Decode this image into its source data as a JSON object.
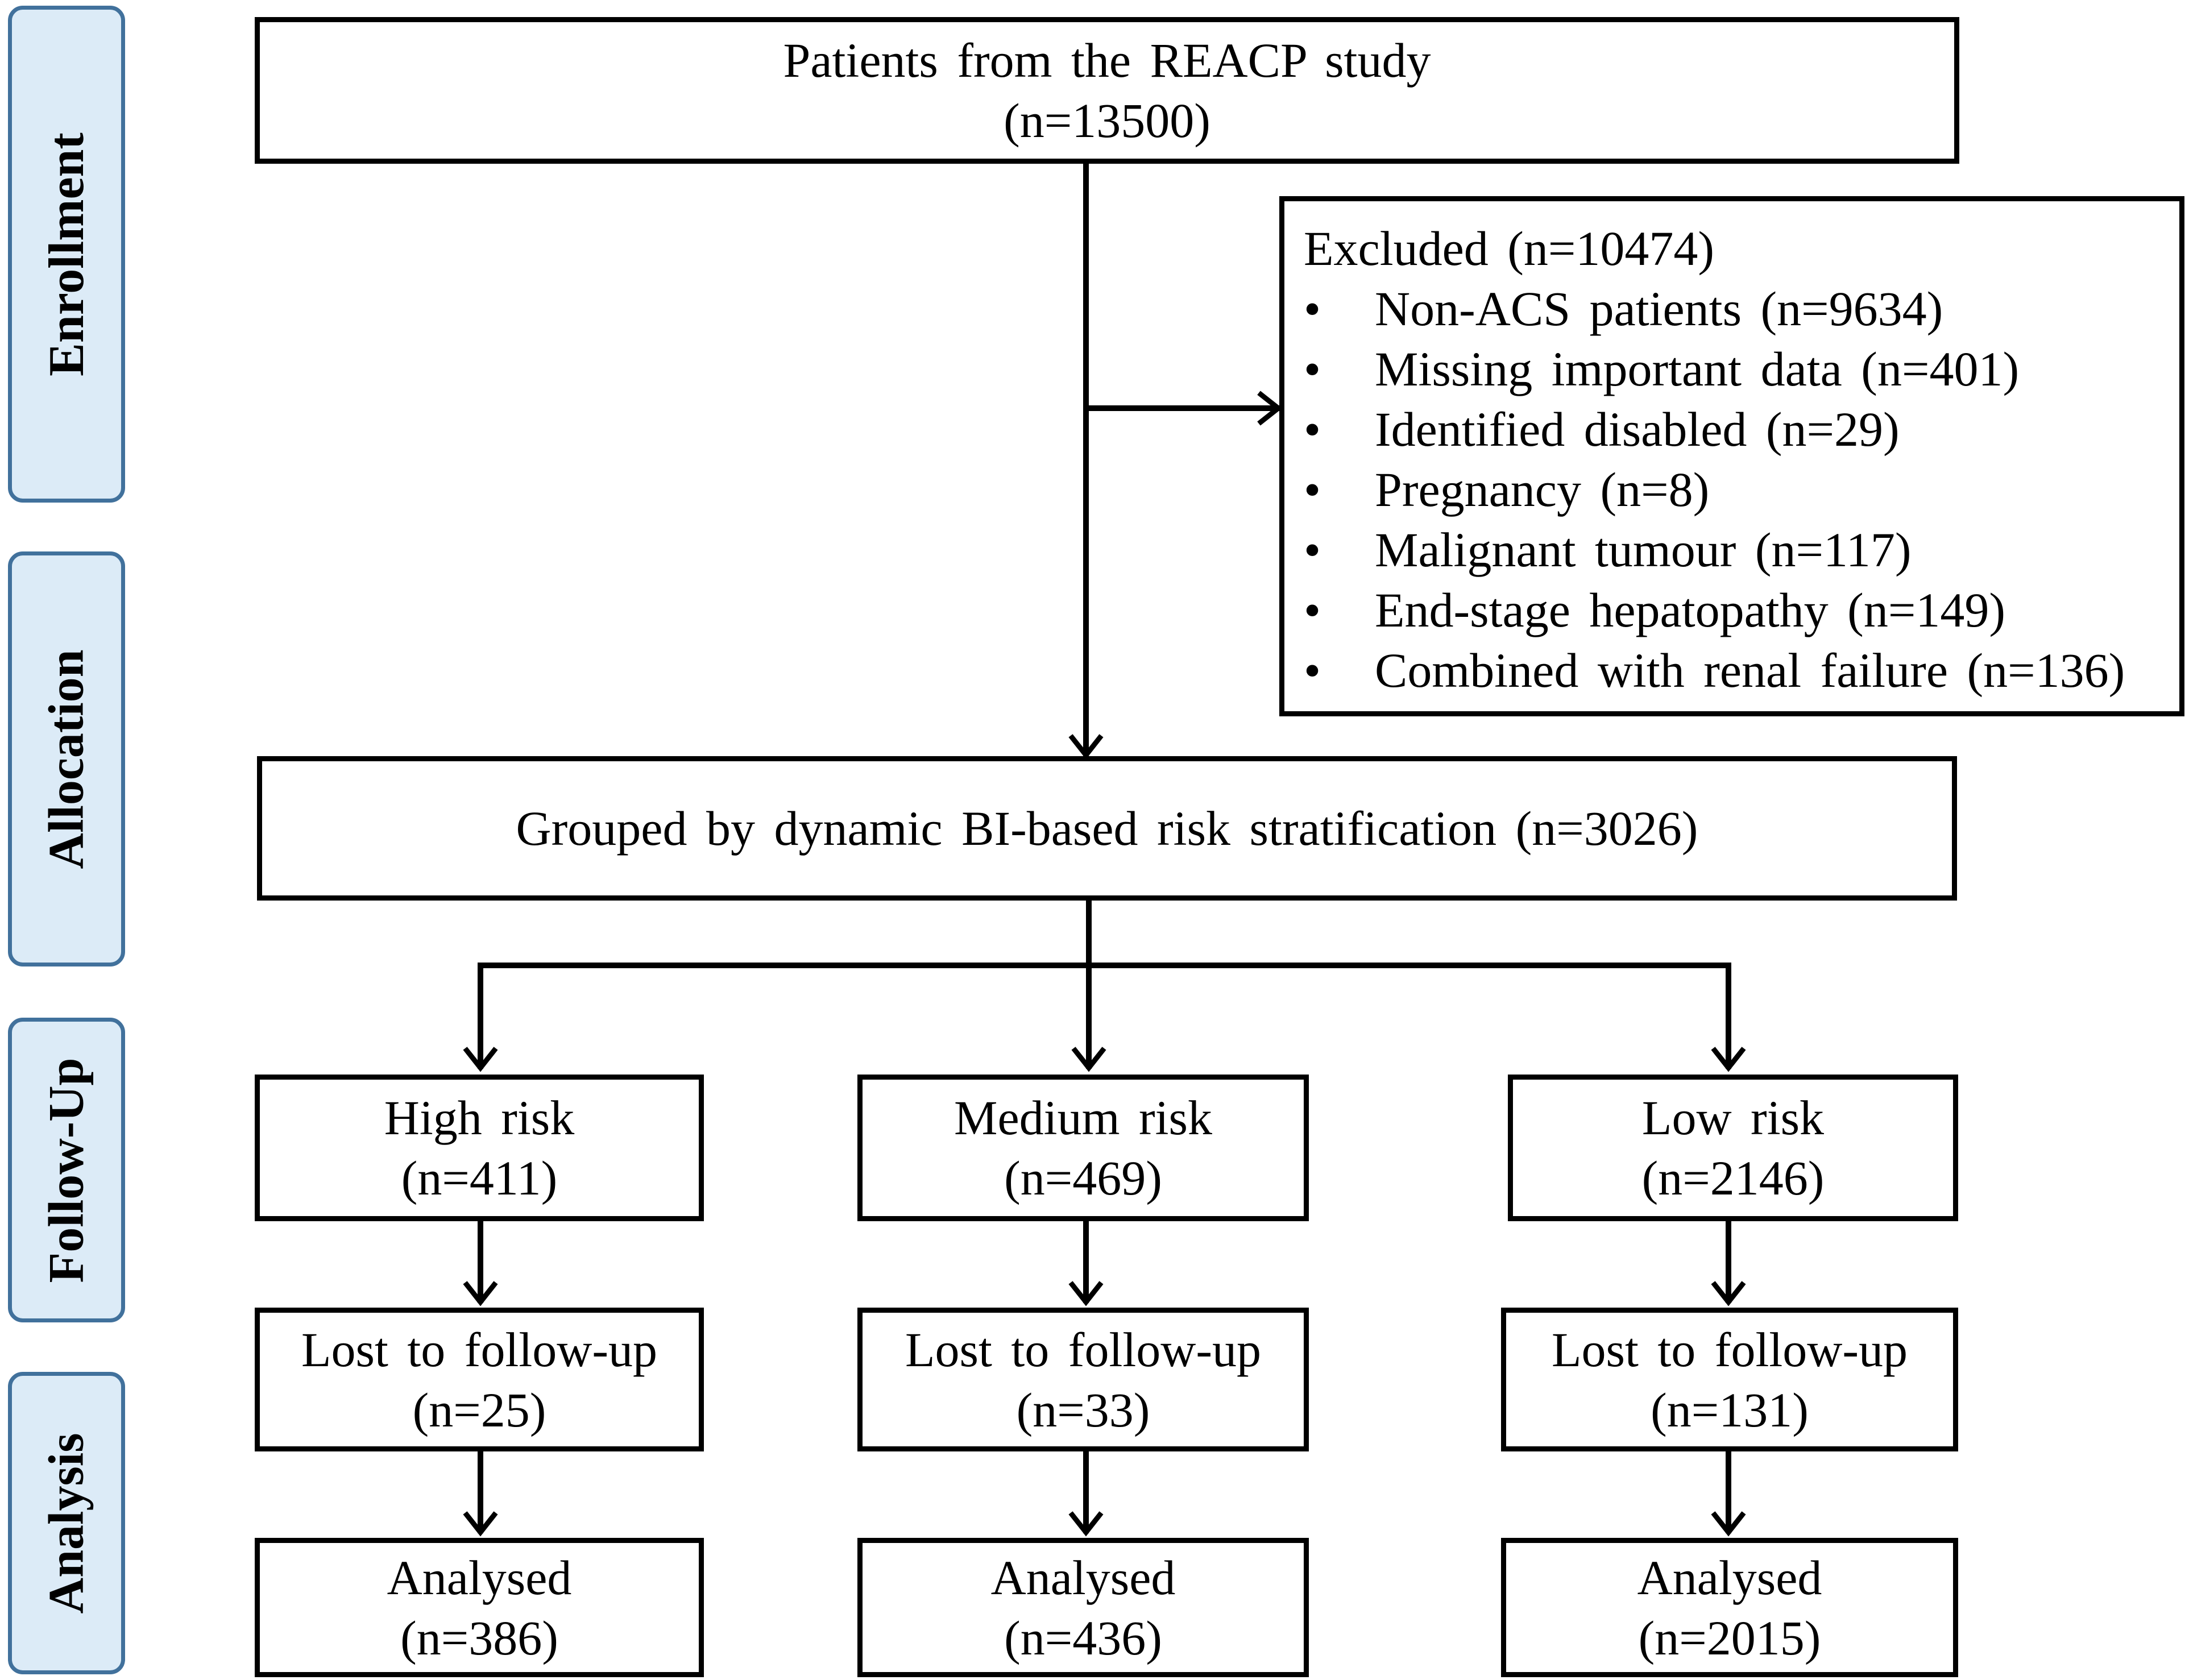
{
  "stages": {
    "enrollment": "Enrollment",
    "allocation": "Allocation",
    "follow_up": "Follow-Up",
    "analysis": "Analysis"
  },
  "source": {
    "title": "Patients from the REACP study",
    "count": "(n=13500)"
  },
  "excluded": {
    "title": "Excluded (n=10474)",
    "bullet": "•",
    "items": [
      "Non-ACS patients (n=9634)",
      "Missing important data (n=401)",
      "Identified disabled (n=29)",
      "Pregnancy (n=8)",
      "Malignant tumour (n=117)",
      "End-stage hepatopathy (n=149)",
      "Combined with renal failure (n=136)"
    ]
  },
  "grouped": {
    "title": "Grouped by dynamic BI-based risk stratification (n=3026)"
  },
  "groups": [
    {
      "risk": "High risk",
      "risk_n": "(n=411)",
      "lost": "Lost to follow-up",
      "lost_n": "(n=25)",
      "analysed": "Analysed",
      "analysed_n": "(n=386)"
    },
    {
      "risk": "Medium risk",
      "risk_n": "(n=469)",
      "lost": "Lost to follow-up",
      "lost_n": "(n=33)",
      "analysed": "Analysed",
      "analysed_n": "(n=436)"
    },
    {
      "risk": "Low risk",
      "risk_n": "(n=2146)",
      "lost": "Lost to follow-up",
      "lost_n": "(n=131)",
      "analysed": "Analysed",
      "analysed_n": "(n=2015)"
    }
  ],
  "colors": {
    "stage_fill": "#dcebf7",
    "stage_border": "#41719c",
    "line": "#000000"
  }
}
